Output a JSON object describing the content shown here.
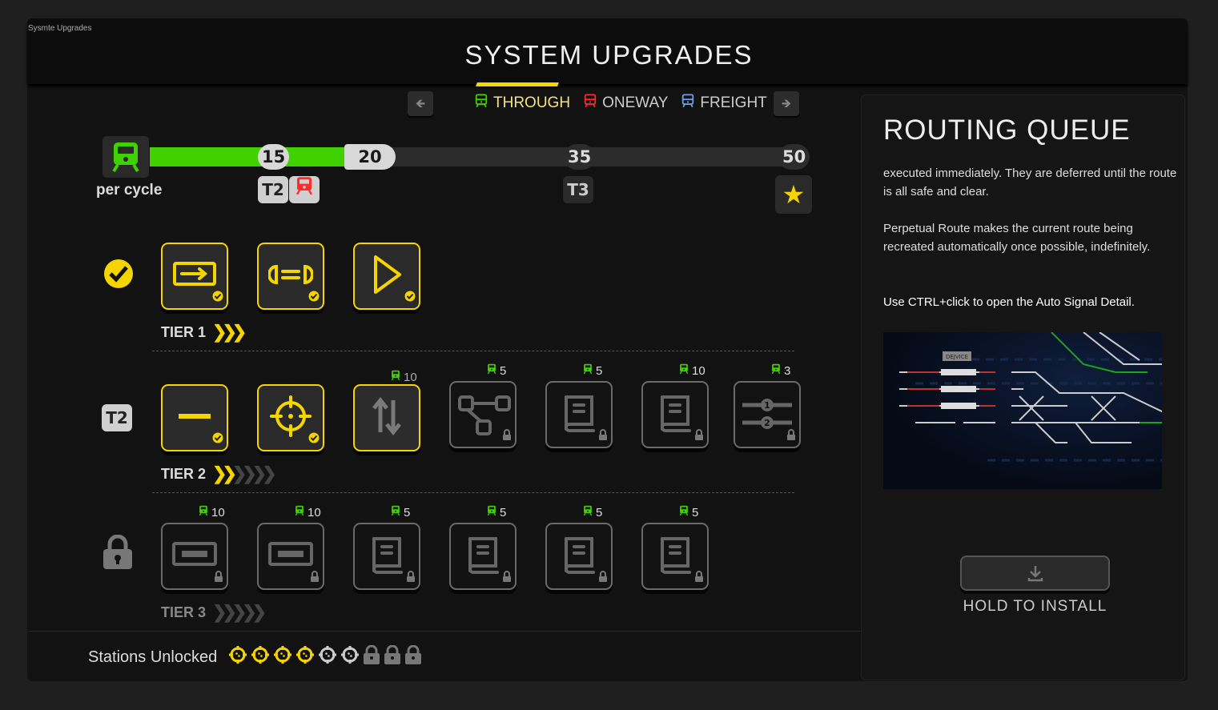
{
  "window_title": "Sysmte Upgrades",
  "title": "SYSTEM UPGRADES",
  "tabs": [
    {
      "label": "THROUGH",
      "color": "#3fd100",
      "active": true
    },
    {
      "label": "ONEWAY",
      "color": "#ff2a2a"
    },
    {
      "label": "FREIGHT",
      "color": "#6f9ee8"
    }
  ],
  "progress": {
    "current": 20,
    "max": 50,
    "per_cycle_label": "per cycle",
    "milestones": [
      {
        "value": "15",
        "badge": "T2"
      },
      {
        "value": "20"
      },
      {
        "value": "35",
        "badge": "T3"
      },
      {
        "value": "50"
      }
    ]
  },
  "tiers": [
    {
      "label": "TIER 1",
      "badge": "",
      "status": "complete",
      "tiles": [
        {
          "icon": "route-arrow"
        },
        {
          "icon": "signal-link"
        },
        {
          "icon": "play-signal"
        }
      ]
    },
    {
      "label": "TIER 2",
      "badge": "T2",
      "status": "current",
      "tiles": [
        {
          "icon": "minus"
        },
        {
          "icon": "crosshair"
        },
        {
          "icon": "swap-vertical",
          "cost": "10"
        },
        {
          "icon": "network",
          "cost": "5"
        },
        {
          "icon": "book",
          "cost": "5"
        },
        {
          "icon": "book",
          "cost": "10"
        },
        {
          "icon": "priority-lanes",
          "cost": "3"
        }
      ]
    },
    {
      "label": "TIER 3",
      "status": "locked",
      "tiles": [
        {
          "icon": "platform",
          "cost": "10"
        },
        {
          "icon": "platform",
          "cost": "10"
        },
        {
          "icon": "book",
          "cost": "5"
        },
        {
          "icon": "book",
          "cost": "5"
        },
        {
          "icon": "book",
          "cost": "5"
        },
        {
          "icon": "book",
          "cost": "5"
        }
      ]
    }
  ],
  "stations": {
    "label": "Stations Unlocked",
    "unlocked_active": 4,
    "unlocked_idle": 2,
    "locked": 3
  },
  "detail": {
    "heading": "ROUTING QUEUE",
    "p1": "executed immediately. They are deferred until the route is all safe and clear.",
    "p2": "Perpetual Route makes the current route being recreated automatically once possible, indefinitely.",
    "p3": "Use CTRL+click to open the Auto Signal Detail.",
    "preview_station": "DEJVICE",
    "install_label": "HOLD TO INSTALL"
  }
}
